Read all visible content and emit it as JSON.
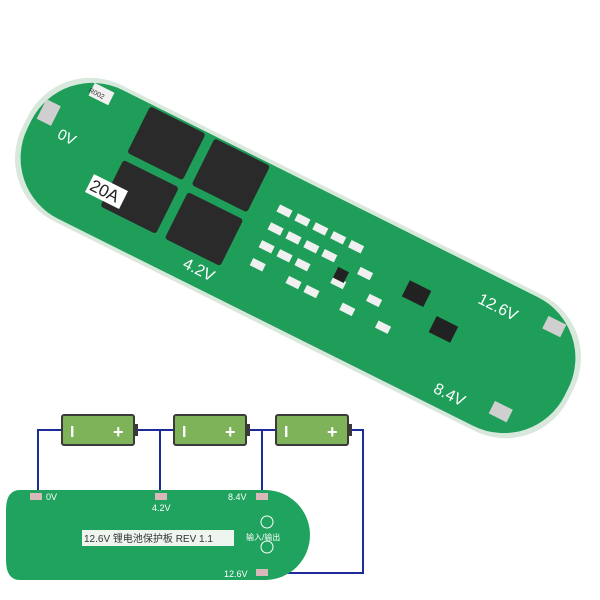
{
  "photo": {
    "board_labels": {
      "gnd": "0V",
      "current": "20A",
      "tap1": "4.2V",
      "tap2": "8.4V",
      "full": "12.6V",
      "shunt": "R002"
    }
  },
  "diagram": {
    "batteries": [
      {
        "neg": "I",
        "pos": "+"
      },
      {
        "neg": "I",
        "pos": "+"
      },
      {
        "neg": "I",
        "pos": "+"
      }
    ],
    "terminals": {
      "gnd": "0V",
      "tap1": "4.2V",
      "tap2": "8.4V",
      "full": "12.6V"
    },
    "board_title": "12.6V 锂电池保护板 REV 1.1",
    "io_label": "输入/输出",
    "colors": {
      "board": "#1f9e5a",
      "wire": "#1c2a9c",
      "battery": "#7fb35a"
    }
  }
}
